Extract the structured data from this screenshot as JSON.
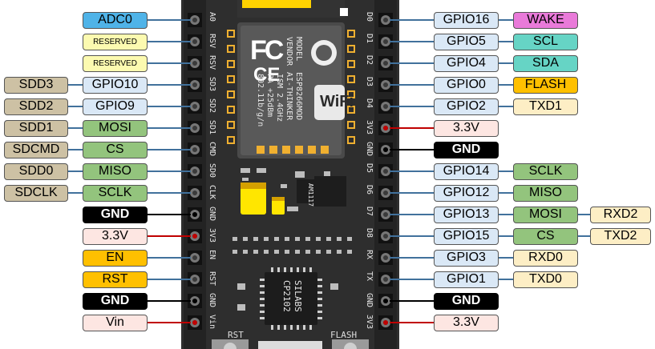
{
  "board": {
    "module": {
      "model_label": "MODEL",
      "vendor_label": "VENDOR",
      "model": "ESP8266MOD",
      "vendor": "AI-THINKER",
      "band": "ISM 2.4GHz",
      "power": "PA +25dBm",
      "standard": "802.11b/g/n",
      "fcc": "FC",
      "ce": "CE",
      "wifi_logo": "WiFi"
    },
    "regulator": "AM1117",
    "usb_chip": {
      "line1": "SILABS",
      "line2": "CP2102"
    },
    "buttons": {
      "rst": "RST",
      "flash": "FLASH"
    },
    "left_pins": [
      "A0",
      "RSV",
      "RSV",
      "SD3",
      "SD2",
      "SD1",
      "CMD",
      "SD0",
      "CLK",
      "GND",
      "3V3",
      "EN",
      "RST",
      "GND",
      "Vin"
    ],
    "right_pins": [
      "D0",
      "D1",
      "D2",
      "D3",
      "D4",
      "3V3",
      "GND",
      "D5",
      "D6",
      "D7",
      "D8",
      "RX",
      "TX",
      "GND",
      "3V3"
    ]
  },
  "left": [
    {
      "labels": [
        {
          "text": "ADC0",
          "bg": "#4fb3e8"
        }
      ]
    },
    {
      "labels": [
        {
          "text": "RESERVED",
          "bg": "#fcfab0",
          "small": true
        }
      ]
    },
    {
      "labels": [
        {
          "text": "RESERVED",
          "bg": "#fcfab0",
          "small": true
        }
      ]
    },
    {
      "labels": [
        {
          "text": "GPIO10",
          "bg": "#dae8f6"
        },
        {
          "text": "SDD3",
          "bg": "#cdc1a4"
        }
      ]
    },
    {
      "labels": [
        {
          "text": "GPIO9",
          "bg": "#dae8f6"
        },
        {
          "text": "SDD2",
          "bg": "#cdc1a4"
        }
      ]
    },
    {
      "labels": [
        {
          "text": "MOSI",
          "bg": "#93c47d"
        },
        {
          "text": "SDD1",
          "bg": "#cdc1a4"
        }
      ]
    },
    {
      "labels": [
        {
          "text": "CS",
          "bg": "#93c47d"
        },
        {
          "text": "SDCMD",
          "bg": "#cdc1a4"
        }
      ]
    },
    {
      "labels": [
        {
          "text": "MISO",
          "bg": "#93c47d"
        },
        {
          "text": "SDD0",
          "bg": "#cdc1a4"
        }
      ]
    },
    {
      "labels": [
        {
          "text": "SCLK",
          "bg": "#93c47d"
        },
        {
          "text": "SDCLK",
          "bg": "#cdc1a4"
        }
      ]
    },
    {
      "labels": [
        {
          "text": "GND",
          "bg": "#000000",
          "dark": true
        }
      ]
    },
    {
      "labels": [
        {
          "text": "3.3V",
          "bg": "#fde6e2"
        }
      ]
    },
    {
      "labels": [
        {
          "text": "EN",
          "bg": "#ffc000"
        }
      ]
    },
    {
      "labels": [
        {
          "text": "RST",
          "bg": "#ffc000"
        }
      ]
    },
    {
      "labels": [
        {
          "text": "GND",
          "bg": "#000000",
          "dark": true
        }
      ]
    },
    {
      "labels": [
        {
          "text": "Vin",
          "bg": "#fde6e2"
        }
      ]
    }
  ],
  "right": [
    {
      "labels": [
        {
          "text": "GPIO16",
          "bg": "#dae8f6"
        },
        {
          "text": "WAKE",
          "bg": "#e97ad9"
        }
      ]
    },
    {
      "labels": [
        {
          "text": "GPIO5",
          "bg": "#dae8f6"
        },
        {
          "text": "SCL",
          "bg": "#66d4c5"
        }
      ]
    },
    {
      "labels": [
        {
          "text": "GPIO4",
          "bg": "#dae8f6"
        },
        {
          "text": "SDA",
          "bg": "#66d4c5"
        }
      ]
    },
    {
      "labels": [
        {
          "text": "GPIO0",
          "bg": "#dae8f6"
        },
        {
          "text": "FLASH",
          "bg": "#ffc000"
        }
      ]
    },
    {
      "labels": [
        {
          "text": "GPIO2",
          "bg": "#dae8f6"
        },
        {
          "text": "TXD1",
          "bg": "#fdeec5"
        }
      ]
    },
    {
      "labels": [
        {
          "text": "3.3V",
          "bg": "#fde6e2"
        }
      ]
    },
    {
      "labels": [
        {
          "text": "GND",
          "bg": "#000000",
          "dark": true
        }
      ]
    },
    {
      "labels": [
        {
          "text": "GPIO14",
          "bg": "#dae8f6"
        },
        {
          "text": "SCLK",
          "bg": "#93c47d"
        }
      ]
    },
    {
      "labels": [
        {
          "text": "GPIO12",
          "bg": "#dae8f6"
        },
        {
          "text": "MISO",
          "bg": "#93c47d"
        }
      ]
    },
    {
      "labels": [
        {
          "text": "GPIO13",
          "bg": "#dae8f6"
        },
        {
          "text": "MOSI",
          "bg": "#93c47d"
        },
        {
          "text": "RXD2",
          "bg": "#fdeec5"
        }
      ]
    },
    {
      "labels": [
        {
          "text": "GPIO15",
          "bg": "#dae8f6"
        },
        {
          "text": "CS",
          "bg": "#93c47d"
        },
        {
          "text": "TXD2",
          "bg": "#fdeec5"
        }
      ]
    },
    {
      "labels": [
        {
          "text": "GPIO3",
          "bg": "#dae8f6"
        },
        {
          "text": "RXD0",
          "bg": "#fdeec5"
        }
      ]
    },
    {
      "labels": [
        {
          "text": "GPIO1",
          "bg": "#dae8f6"
        },
        {
          "text": "TXD0",
          "bg": "#fdeec5"
        }
      ]
    },
    {
      "labels": [
        {
          "text": "GND",
          "bg": "#000000",
          "dark": true
        }
      ]
    },
    {
      "labels": [
        {
          "text": "3.3V",
          "bg": "#fde6e2"
        }
      ]
    }
  ]
}
